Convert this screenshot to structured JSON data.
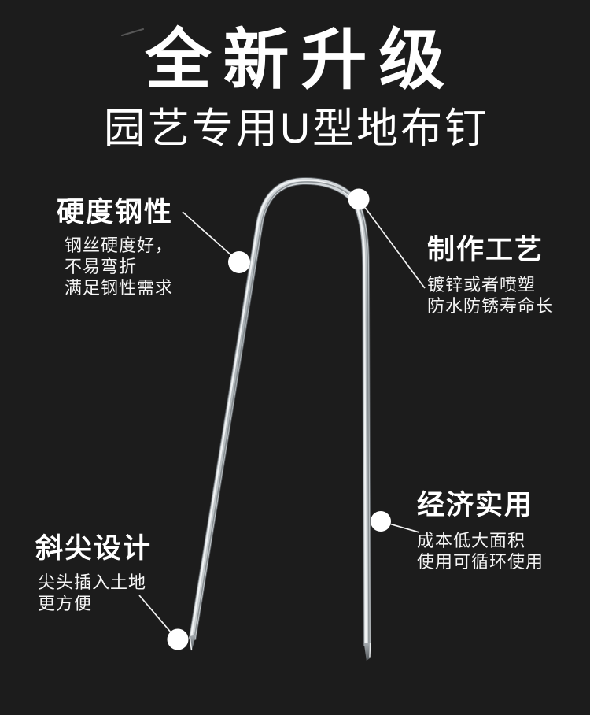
{
  "header": {
    "title": "全新升级",
    "subtitle": "园艺专用U型地布钉"
  },
  "callouts": {
    "hardness": {
      "title": "硬度钢性",
      "lines": [
        "钢丝硬度好，",
        "不易弯折",
        "满足钢性需求"
      ]
    },
    "craftsmanship": {
      "title": "制作工艺",
      "lines": [
        "镀锌或者喷塑",
        "防水防锈寿命长"
      ]
    },
    "economy": {
      "title": "经济实用",
      "lines": [
        "成本低大面积",
        "使用可循环使用"
      ]
    },
    "angled_tip": {
      "title": "斜尖设计",
      "lines": [
        "尖头插入土地",
        "更方便"
      ]
    }
  },
  "colors": {
    "background": "#1c1c1c",
    "text": "#ffffff",
    "marker_dot": "#ffffff",
    "connector_line": "#ffffff",
    "metal_highlight": "#f2f4f5",
    "metal_body": "#b2b9bd",
    "metal_shadow": "#55595d"
  }
}
